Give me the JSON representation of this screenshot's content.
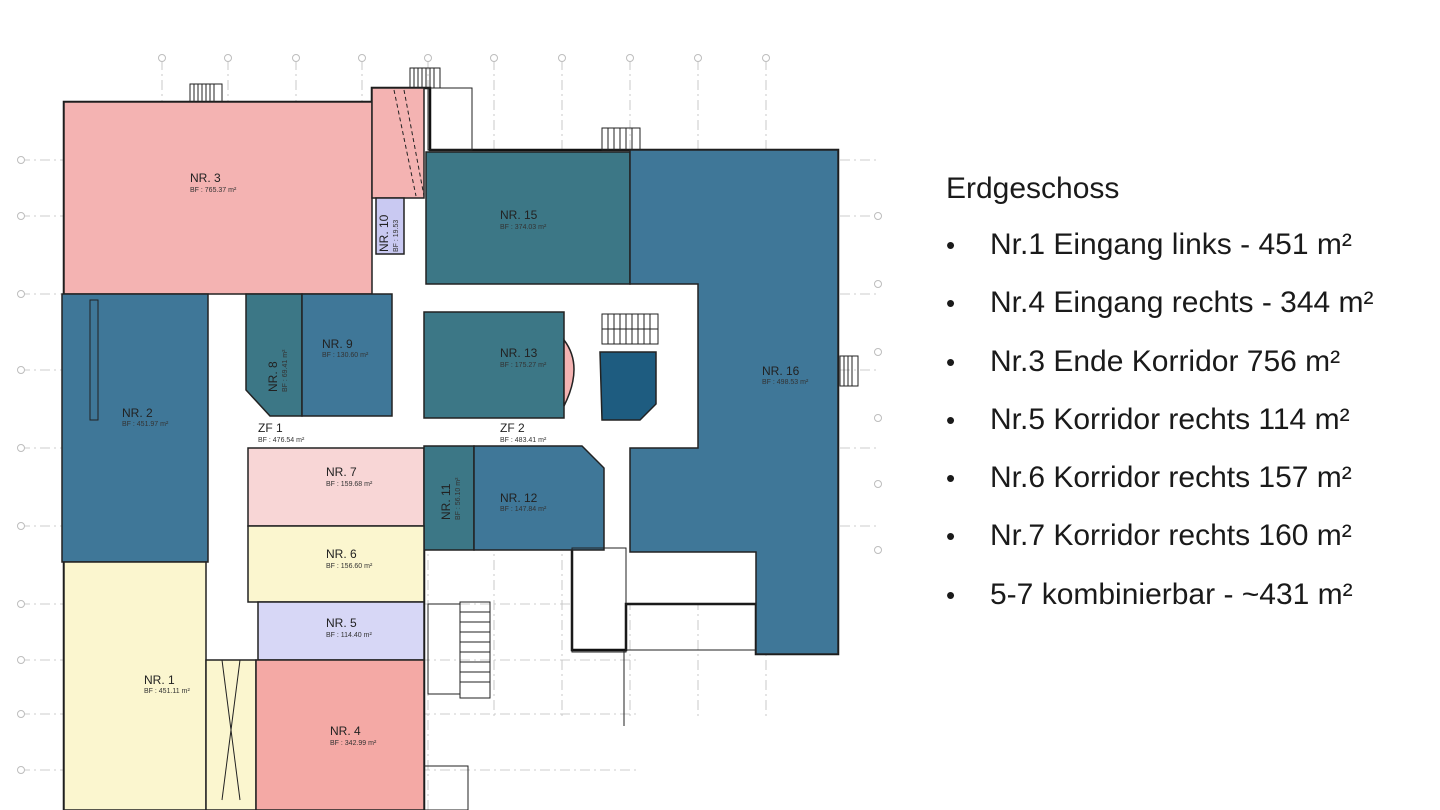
{
  "legend": {
    "title": "Erdgeschoss",
    "items": [
      "Nr.1 Eingang links - 451 m²",
      "Nr.4 Eingang rechts - 344 m²",
      "Nr.3 Ende Korridor 756 m²",
      "Nr.5 Korridor rechts 114 m²",
      "Nr.6 Korridor rechts 157 m²",
      "Nr.7 Korridor rechts 160 m²",
      "5-7 kombinierbar - ~431 m²"
    ],
    "bullet": "•"
  },
  "rooms": {
    "nr3": {
      "name": "NR. 3",
      "area": "BF : 765.37 m²"
    },
    "nr10": {
      "name": "NR. 10",
      "area": "BF : 19.53"
    },
    "nr15": {
      "name": "NR. 15",
      "area": "BF : 374.03 m²"
    },
    "nr16": {
      "name": "NR. 16",
      "area": "BF : 498.53 m²"
    },
    "nr2": {
      "name": "NR. 2",
      "area": "BF : 451.97 m²"
    },
    "nr8": {
      "name": "NR. 8",
      "area": "BF : 69.41 m²"
    },
    "nr9": {
      "name": "NR. 9",
      "area": "BF : 130.60 m²"
    },
    "nr13": {
      "name": "NR. 13",
      "area": "BF : 175.27 m²"
    },
    "zf1": {
      "name": "ZF 1",
      "area": "BF : 476.54 m²"
    },
    "zf2": {
      "name": "ZF 2",
      "area": "BF : 483.41 m²"
    },
    "nr7": {
      "name": "NR. 7",
      "area": "BF : 159.68 m²"
    },
    "nr11": {
      "name": "NR. 11",
      "area": "BF : 56.10 m²"
    },
    "nr12": {
      "name": "NR. 12",
      "area": "BF : 147.84 m²"
    },
    "nr6": {
      "name": "NR. 6",
      "area": "BF : 156.60 m²"
    },
    "nr5": {
      "name": "NR. 5",
      "area": "BF : 114.40 m²"
    },
    "nr1": {
      "name": "NR. 1",
      "area": "BF : 451.11 m²"
    },
    "nr4": {
      "name": "NR. 4",
      "area": "BF : 342.99 m²"
    }
  },
  "colors": {
    "pink": "#f4b3b2",
    "salmon": "#f4a9a5",
    "light_pink": "#f8d6d6",
    "yellow": "#fbf6cf",
    "lavender": "#d7d7f6",
    "blue": "#3f7798",
    "teal": "#3c7786",
    "dark_blue": "#1e5c80"
  }
}
